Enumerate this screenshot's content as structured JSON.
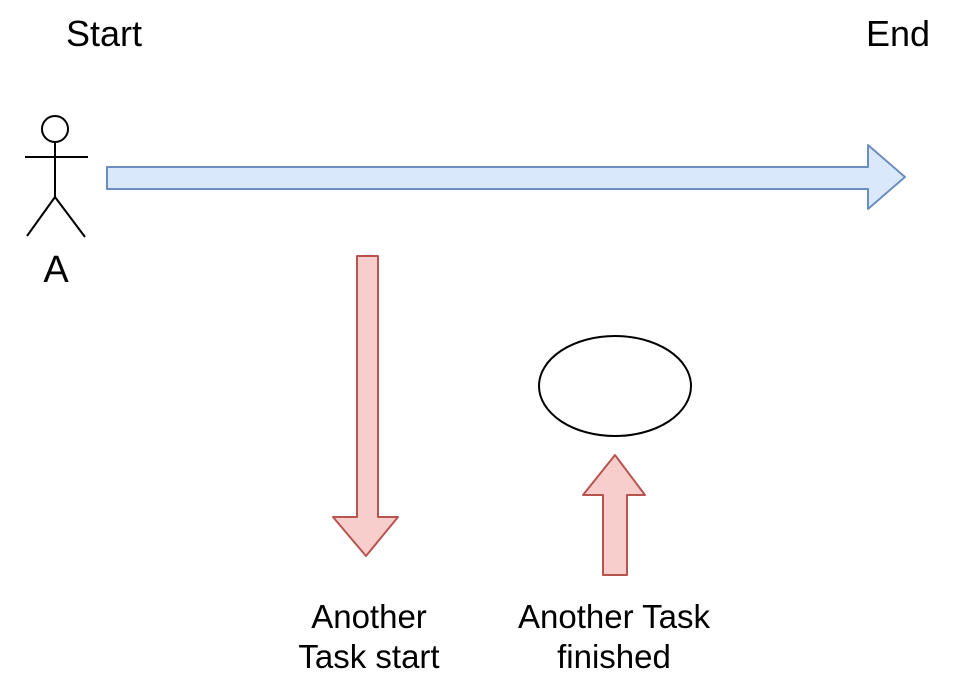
{
  "diagram": {
    "type": "timeline-flow-diagram",
    "labels": {
      "start": "Start",
      "end": "End",
      "actor": "A",
      "task_start_line1": "Another",
      "task_start_line2": "Task start",
      "task_finished_line1": "Another Task",
      "task_finished_line2": "finished"
    },
    "colors": {
      "background": "#ffffff",
      "text": "#000000",
      "timeline_arrow_fill": "#dae8fc",
      "timeline_arrow_stroke": "#6c8ebf",
      "task_arrow_fill": "#f8cecc",
      "task_arrow_stroke": "#b85450",
      "shape_stroke": "#000000",
      "shape_fill": "#ffffff"
    },
    "icons": {
      "actor": "stick-figure-actor-icon",
      "timeline": "right-arrow-icon",
      "task_start": "down-arrow-icon",
      "task_finished": "up-arrow-icon",
      "placeholder_shape": "ellipse-shape"
    }
  }
}
